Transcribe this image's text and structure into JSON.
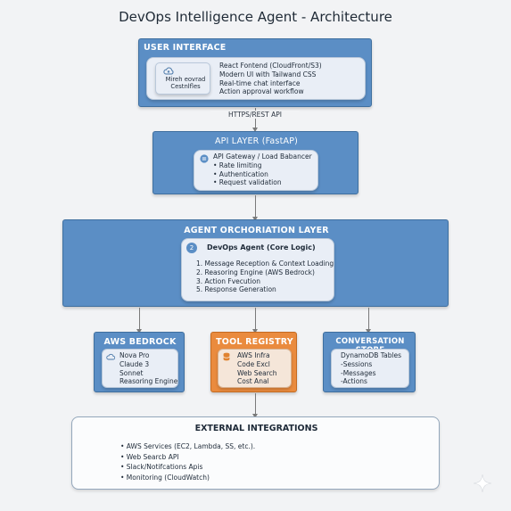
{
  "title": "DevOps Intelligence Agent - Architecture",
  "user_interface": {
    "header": "USER INTERFACE",
    "icon_label": "Mireh eovrad Cestnlfles",
    "items": [
      "React Fontend (CloudFront/S3)",
      "Modern UI with Tailwand CSS",
      "Real-time chat interface",
      "Action approval workflow"
    ]
  },
  "connector_label": "HTTPS/REST API",
  "api_layer": {
    "header": "API LAYER (FastAP)",
    "items": [
      "API Gateway / Load Babancer",
      "• Rate limiting",
      "• Authentication",
      "• Request validation"
    ]
  },
  "agent_layer": {
    "header": "AGENT ORCHORIATION LAYER",
    "badge": "2",
    "core_title": "DevOps Agent (Core Logic)",
    "steps": [
      "1. Message Reception & Context Loading",
      "2. Reasoring Engine (AWS Bedrock)",
      "3. Action Fvecution",
      "5. Response Generation"
    ]
  },
  "bedrock": {
    "header": "AWS BEDROCK",
    "items": [
      "Nova Pro",
      "Claude 3",
      "Sonnet",
      "Reasoring Engine"
    ]
  },
  "tool_registry": {
    "header": "TOOL REGISTRY",
    "items": [
      "AWS Infra",
      "Code Excl",
      "Web Search",
      "Cost Anal"
    ]
  },
  "conversation_store": {
    "header": "CONVERSATION STORE",
    "items": [
      "DynamoDB Tables",
      "-Sessions",
      "-Messages",
      "-Actions"
    ]
  },
  "external": {
    "header": "EXTERNAL INTEGRATIONS",
    "items": [
      "• AWS Services (EC2, Lambda, SS, etc.).",
      "• Web Searcb API",
      "• Slack/Notifcations Apis",
      "• Monitoring (CloudWatch)"
    ]
  }
}
